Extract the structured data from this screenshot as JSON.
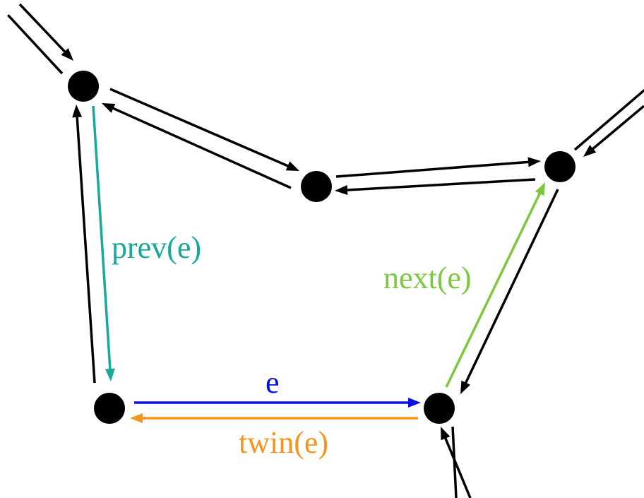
{
  "labels": {
    "prev": "prev(e)",
    "next": "next(e)",
    "e": "e",
    "twin": "twin(e)"
  },
  "colors": {
    "black": "#000000",
    "prev": "#17a99a",
    "next": "#7cc83f",
    "e": "#0a10e0",
    "twin": "#f7941d",
    "vertex": "#000000"
  }
}
